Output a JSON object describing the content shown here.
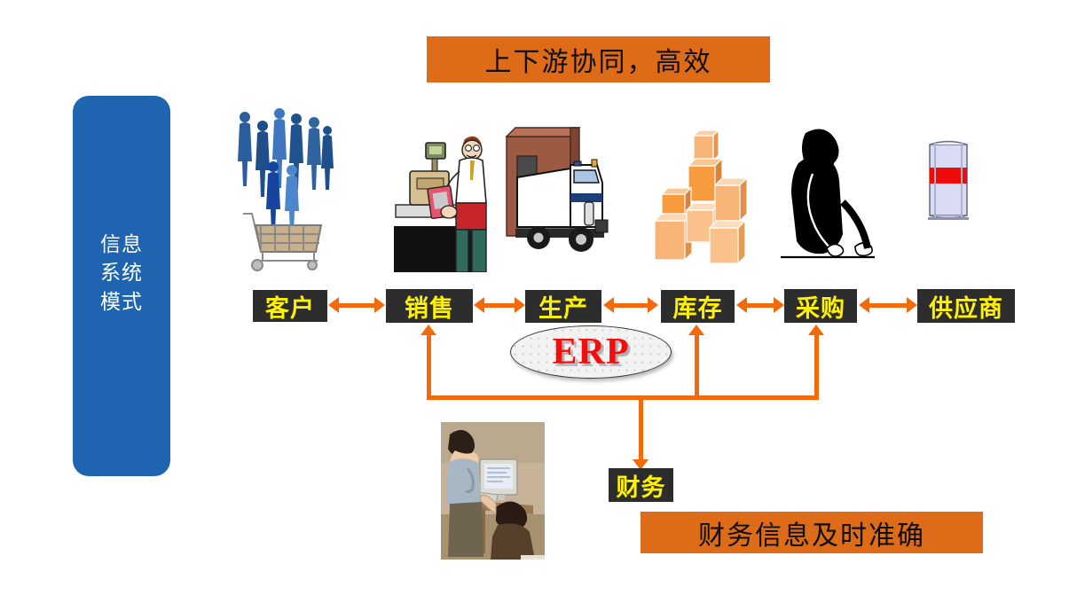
{
  "slide": {
    "title_banner": "上下游协同，高效",
    "bottom_banner": "财务信息及时准确"
  },
  "sidebar": {
    "label_line1": "信息",
    "label_line2": "系统",
    "label_line3": "模式",
    "color": "#1F64B0"
  },
  "center": {
    "erp_label": "ERP"
  },
  "colors": {
    "banner_orange": "#DD6B18",
    "arrow_orange": "#F26A0A",
    "box_dark": "#2D2D2D",
    "box_text_yellow": "#FFF200",
    "erp_red": "#F50D0D"
  },
  "chain": {
    "nodes": [
      {
        "id": "customer",
        "label": "客户",
        "icon": "shopping-crowd-icon"
      },
      {
        "id": "sales",
        "label": "销售",
        "icon": "cashier-icon"
      },
      {
        "id": "production",
        "label": "生产",
        "icon": "delivery-truck-icon"
      },
      {
        "id": "inventory",
        "label": "库存",
        "icon": "stacked-boxes-icon"
      },
      {
        "id": "purchasing",
        "label": "采购",
        "icon": "phone-call-person-icon"
      },
      {
        "id": "supplier",
        "label": "供应商",
        "icon": "beverage-can-icon"
      }
    ],
    "finance": {
      "id": "finance",
      "label": "财务",
      "icon": "office-computer-photo"
    }
  }
}
